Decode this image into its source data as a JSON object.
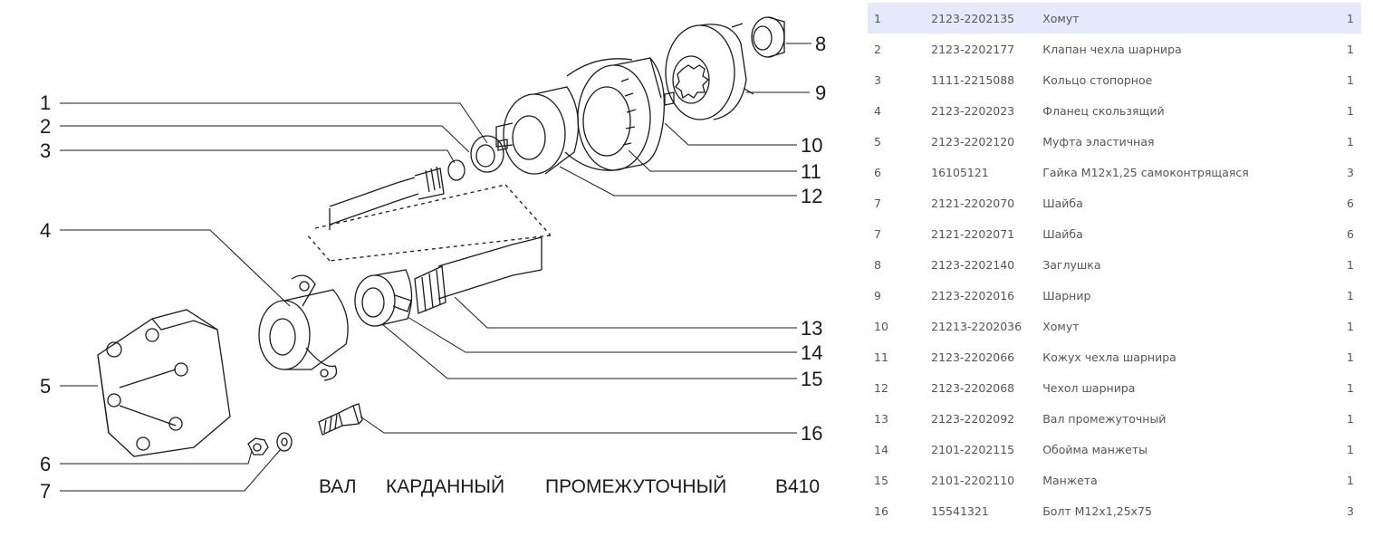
{
  "diagram": {
    "caption_words": [
      "ВАЛ",
      "КАРДАННЫЙ",
      "ПРОМЕЖУТОЧНЫЙ",
      "B410"
    ],
    "callouts": [
      "1",
      "2",
      "3",
      "4",
      "5",
      "6",
      "7",
      "8",
      "9",
      "10",
      "11",
      "12",
      "13",
      "14",
      "15",
      "16"
    ]
  },
  "parts": [
    {
      "pos": "1",
      "number": "2123-2202135",
      "name": "Хомут",
      "qty": "1"
    },
    {
      "pos": "2",
      "number": "2123-2202177",
      "name": "Клапан чехла шарнира",
      "qty": "1"
    },
    {
      "pos": "3",
      "number": "1111-2215088",
      "name": "Кольцо стопорное",
      "qty": "1"
    },
    {
      "pos": "4",
      "number": "2123-2202023",
      "name": "Фланец скользящий",
      "qty": "1"
    },
    {
      "pos": "5",
      "number": "2123-2202120",
      "name": "Муфта эластичная",
      "qty": "1"
    },
    {
      "pos": "6",
      "number": "16105121",
      "name": "Гайка M12x1,25 самоконтрящаяся",
      "qty": "3"
    },
    {
      "pos": "7",
      "number": "2121-2202070",
      "name": "Шайба",
      "qty": "6"
    },
    {
      "pos": "7",
      "number": "2121-2202071",
      "name": "Шайба",
      "qty": "6"
    },
    {
      "pos": "8",
      "number": "2123-2202140",
      "name": "Заглушка",
      "qty": "1"
    },
    {
      "pos": "9",
      "number": "2123-2202016",
      "name": "Шарнир",
      "qty": "1"
    },
    {
      "pos": "10",
      "number": "21213-2202036",
      "name": "Хомут",
      "qty": "1"
    },
    {
      "pos": "11",
      "number": "2123-2202066",
      "name": "Кожух чехла шарнира",
      "qty": "1"
    },
    {
      "pos": "12",
      "number": "2123-2202068",
      "name": "Чехол шарнира",
      "qty": "1"
    },
    {
      "pos": "13",
      "number": "2123-2202092",
      "name": "Вал промежуточный",
      "qty": "1"
    },
    {
      "pos": "14",
      "number": "2101-2202115",
      "name": "Обойма манжеты",
      "qty": "1"
    },
    {
      "pos": "15",
      "number": "2101-2202110",
      "name": "Манжета",
      "qty": "1"
    },
    {
      "pos": "16",
      "number": "15541321",
      "name": "Болт M12x1,25x75",
      "qty": "3"
    }
  ],
  "selected_row": 0,
  "colors": {
    "selected_row_bg": "#e6e9fb",
    "table_text": "#555555",
    "drawing_ink": "#1a1a1a"
  }
}
